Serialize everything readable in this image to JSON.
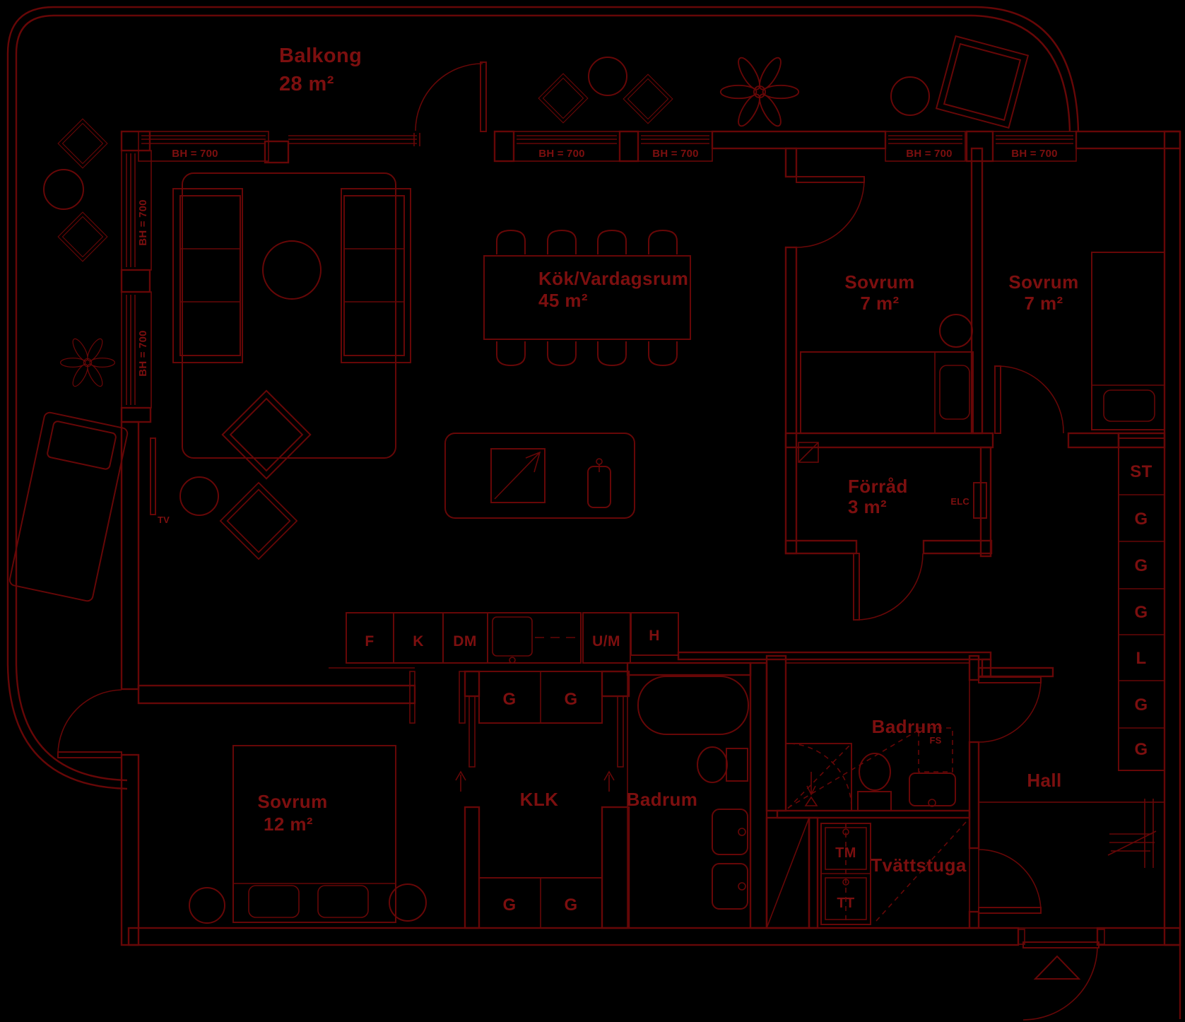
{
  "colors": {
    "background": "#000000",
    "line": "#660707",
    "text": "#7c0f0f"
  },
  "rooms": {
    "balcony": {
      "name": "Balkong",
      "area": "28 m²"
    },
    "kitchen_living": {
      "name": "Kök/Vardagsrum",
      "area": "45 m²"
    },
    "bedroom1": {
      "name": "Sovrum",
      "area": "7 m²"
    },
    "bedroom2": {
      "name": "Sovrum",
      "area": "7 m²"
    },
    "bedroom_master": {
      "name": "Sovrum",
      "area": "12 m²"
    },
    "storage": {
      "name": "Förråd",
      "area": "3 m²"
    },
    "closet": {
      "name": "KLK"
    },
    "bathroom1": {
      "name": "Badrum"
    },
    "bathroom2": {
      "name": "Badrum"
    },
    "laundry": {
      "name": "Tvättstuga"
    },
    "hall": {
      "name": "Hall"
    }
  },
  "window_label": "BH = 700",
  "units": {
    "f": "F",
    "k": "K",
    "dm": "DM",
    "um": "U/M",
    "h": "H",
    "tm": "TM",
    "tt": "TT",
    "tv": "TV",
    "elc": "ELC",
    "fs": "FS"
  },
  "wardrobes": {
    "column": [
      "ST",
      "G",
      "G",
      "G",
      "L",
      "G",
      "G"
    ],
    "g": "G"
  }
}
